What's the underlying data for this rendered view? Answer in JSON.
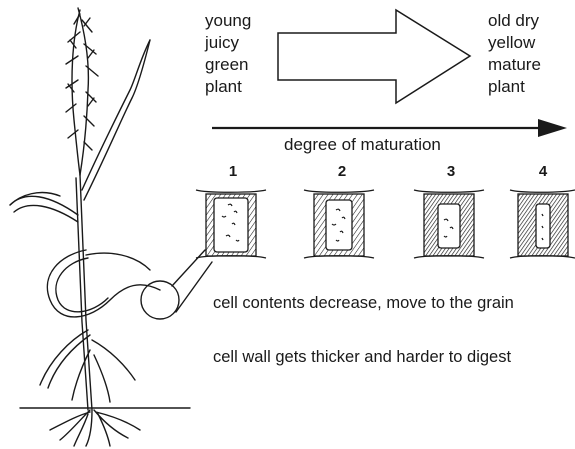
{
  "labels": {
    "young": [
      "young",
      "juicy",
      "green",
      "plant"
    ],
    "old": [
      "old dry",
      "yellow",
      "mature",
      "plant"
    ],
    "axis": "degree of maturation",
    "caption_contents": "cell contents decrease, move to the grain",
    "caption_wall": "cell wall gets thicker and harder to digest"
  },
  "stages": [
    {
      "number": "1"
    },
    {
      "number": "2"
    },
    {
      "number": "3"
    },
    {
      "number": "4"
    }
  ],
  "colors": {
    "ink": "#1a1a1a",
    "background": "#ffffff"
  }
}
